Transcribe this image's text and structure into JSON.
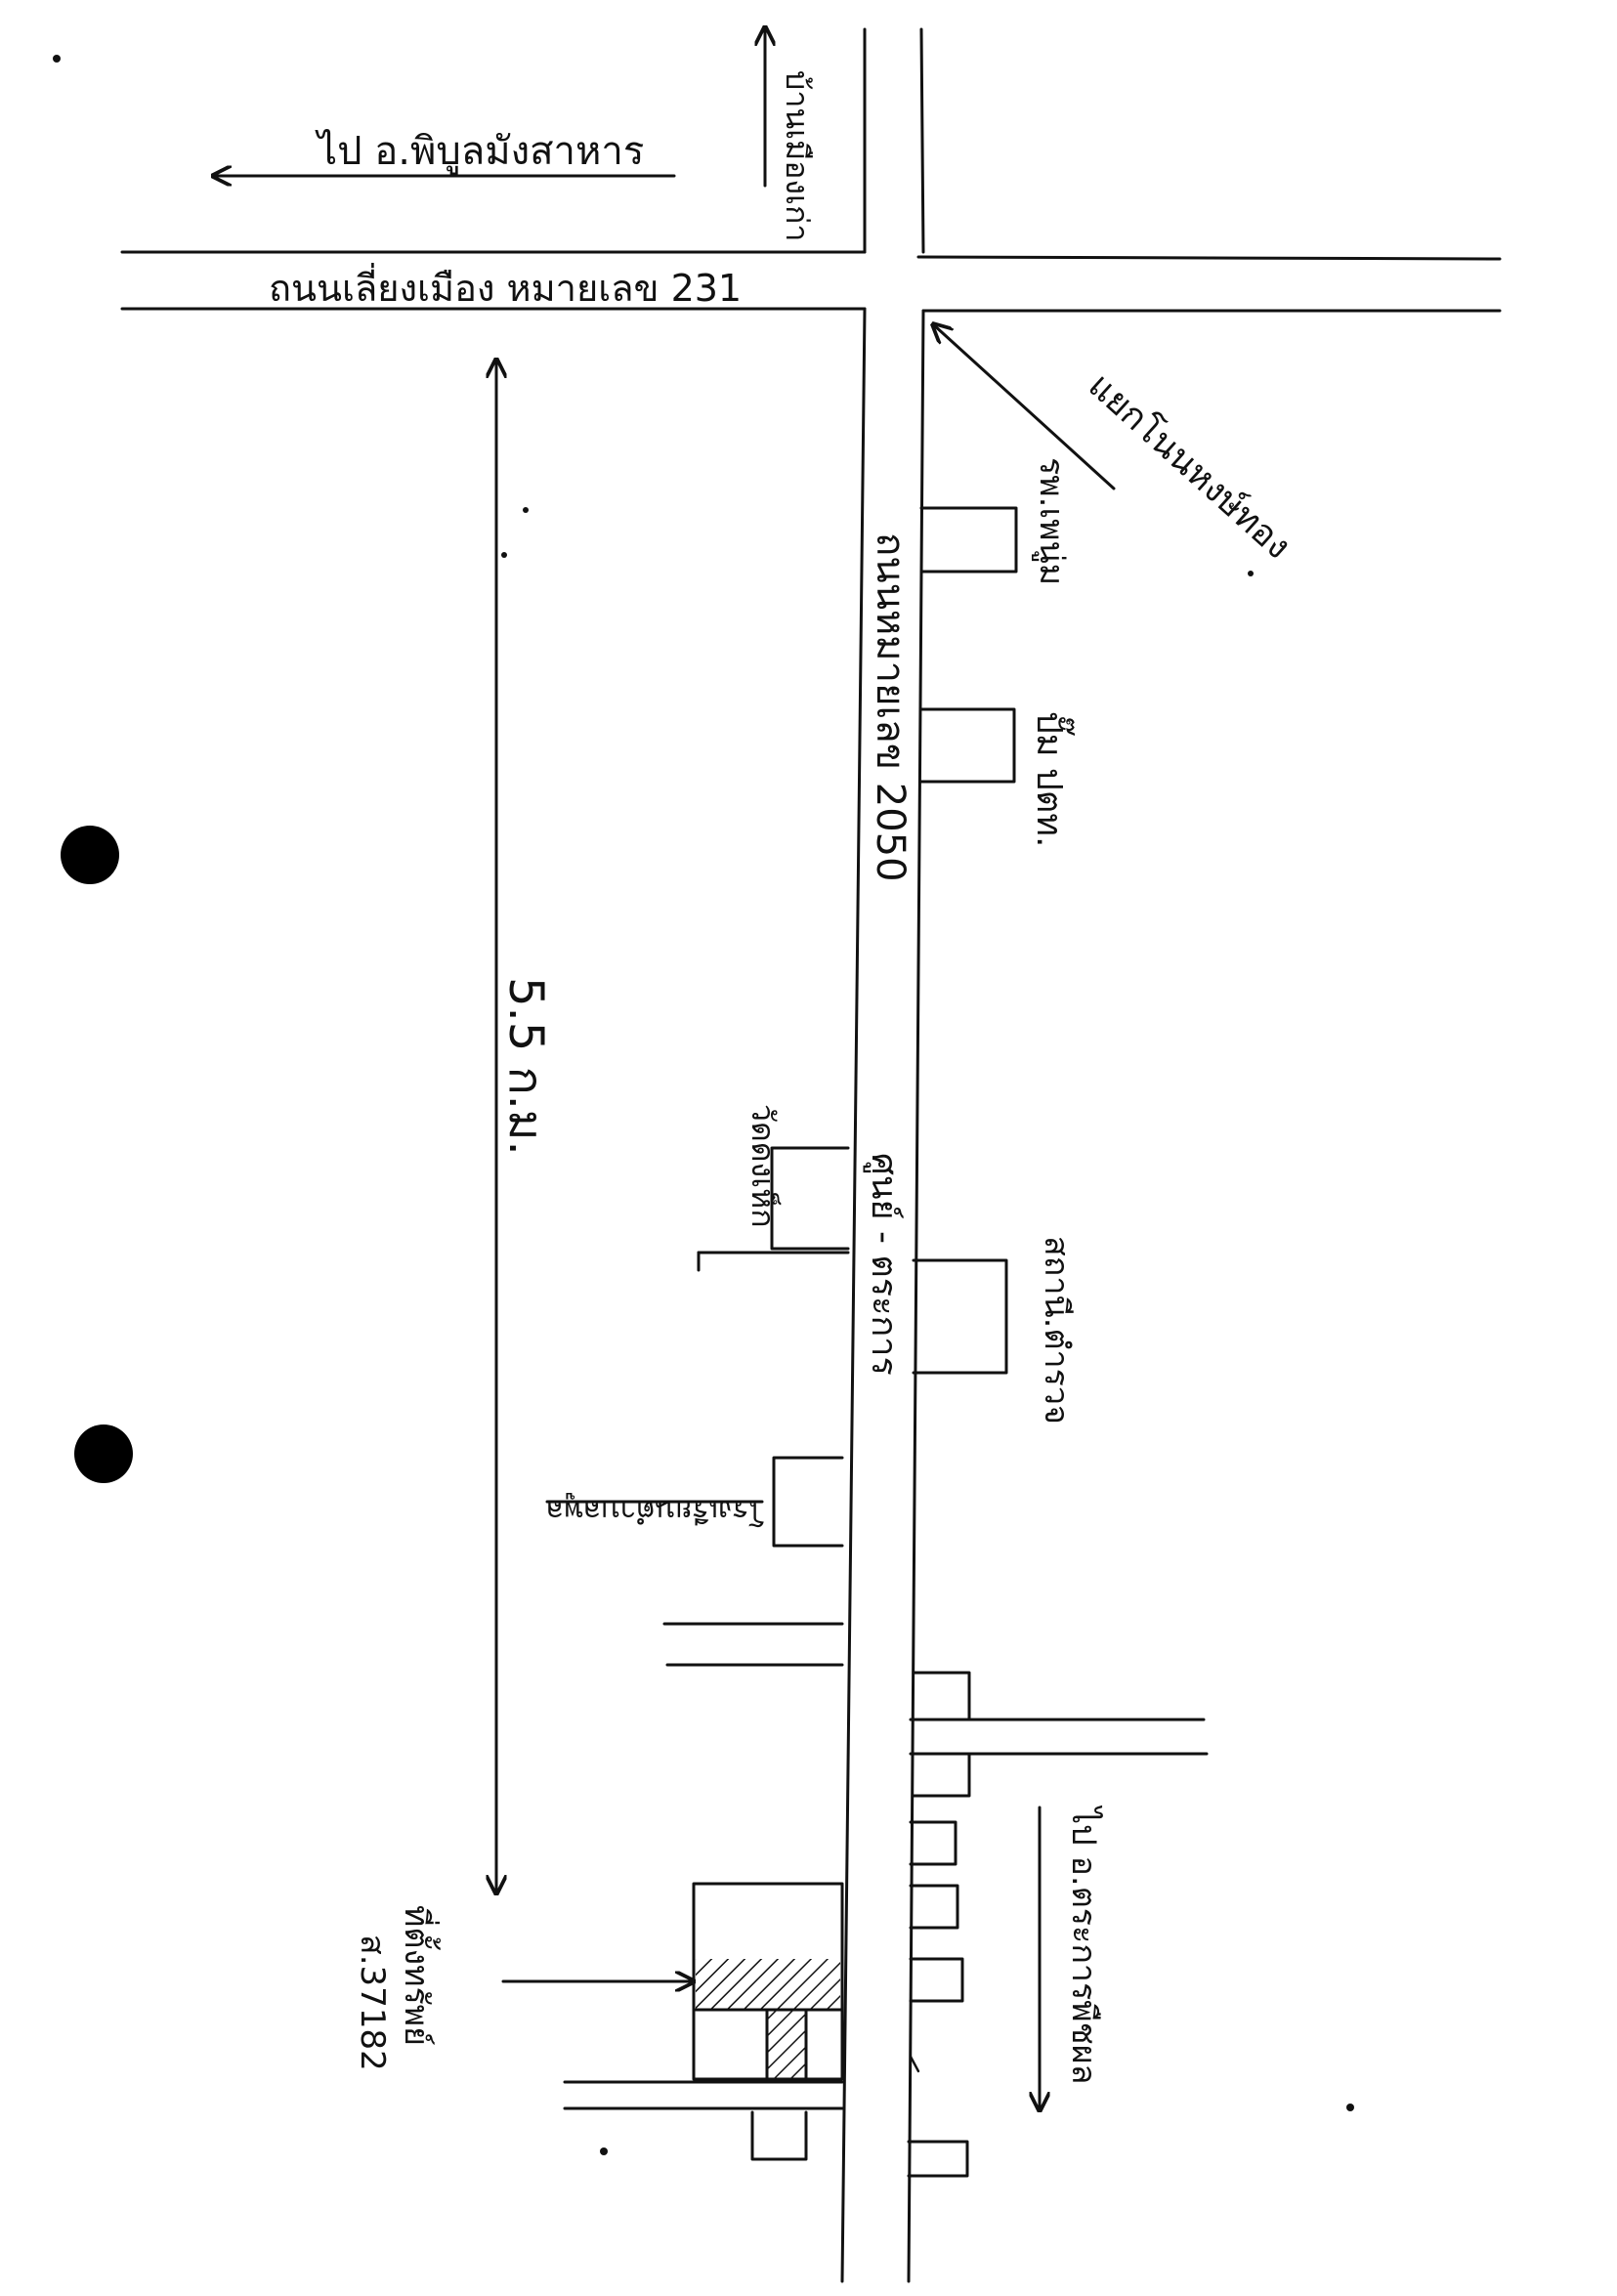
{
  "map": {
    "labels": {
      "direction_phibun": "ไป อ.พิบูลมังสาหาร",
      "road_231": "ถนนเลี่ยงเมือง หมายเลข 231",
      "direction_top_road": "บ้านเมืองเก่า",
      "junction": "แยกโนนหงษ์ทอง",
      "road_2050": "ถนนหมายเลข 2050",
      "road_2050_alt": "ศูนย์ - ตระการ",
      "distance": "5.5 ก.ม.",
      "landmark_hospital": "รพ.เพนู่ม",
      "landmark_gas_station": "ปั๊ม ปตท.",
      "landmark_temple": "วัดดงเห็ก",
      "landmark_police": "สถานี.ตำรวจ",
      "landmark_school": "โรงเรียนตำบลพูล",
      "direction_trakan": "ไป อ.ตระการพืชผล",
      "destination_label": "ที่ตั้งทรัพย์",
      "destination_deed": "ส.37182"
    },
    "icons": {
      "arrow": "arrow-icon",
      "hatch": "hatched-parcel-icon",
      "punch_hole": "punch-hole-icon"
    },
    "colors": {
      "ink": "#111111",
      "paper": "#ffffff"
    }
  }
}
